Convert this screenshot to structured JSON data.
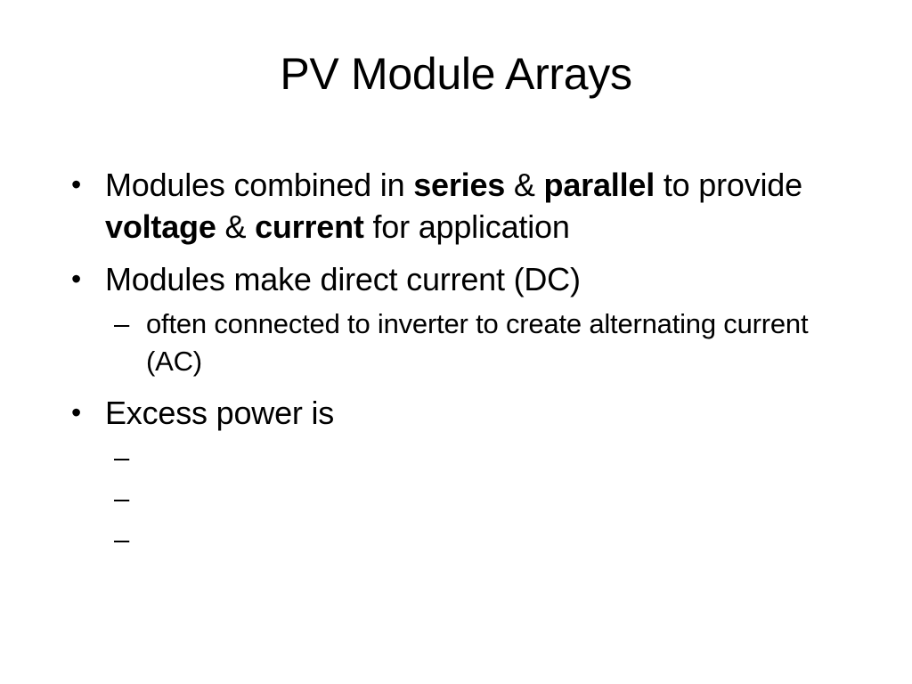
{
  "slide": {
    "title": "PV Module Arrays",
    "bullet_marker": "•",
    "dash_marker": "–",
    "bullets": [
      {
        "parts": [
          "Modules combined in ",
          "series",
          " & ",
          "parallel",
          " to provide ",
          "voltage",
          " & ",
          "current",
          " for application"
        ]
      },
      {
        "text": "Modules make direct current (DC)",
        "sub": [
          "often connected to inverter to create alternating current (AC)"
        ]
      },
      {
        "text": "Excess power is",
        "sub": [
          "",
          "",
          ""
        ]
      }
    ]
  }
}
